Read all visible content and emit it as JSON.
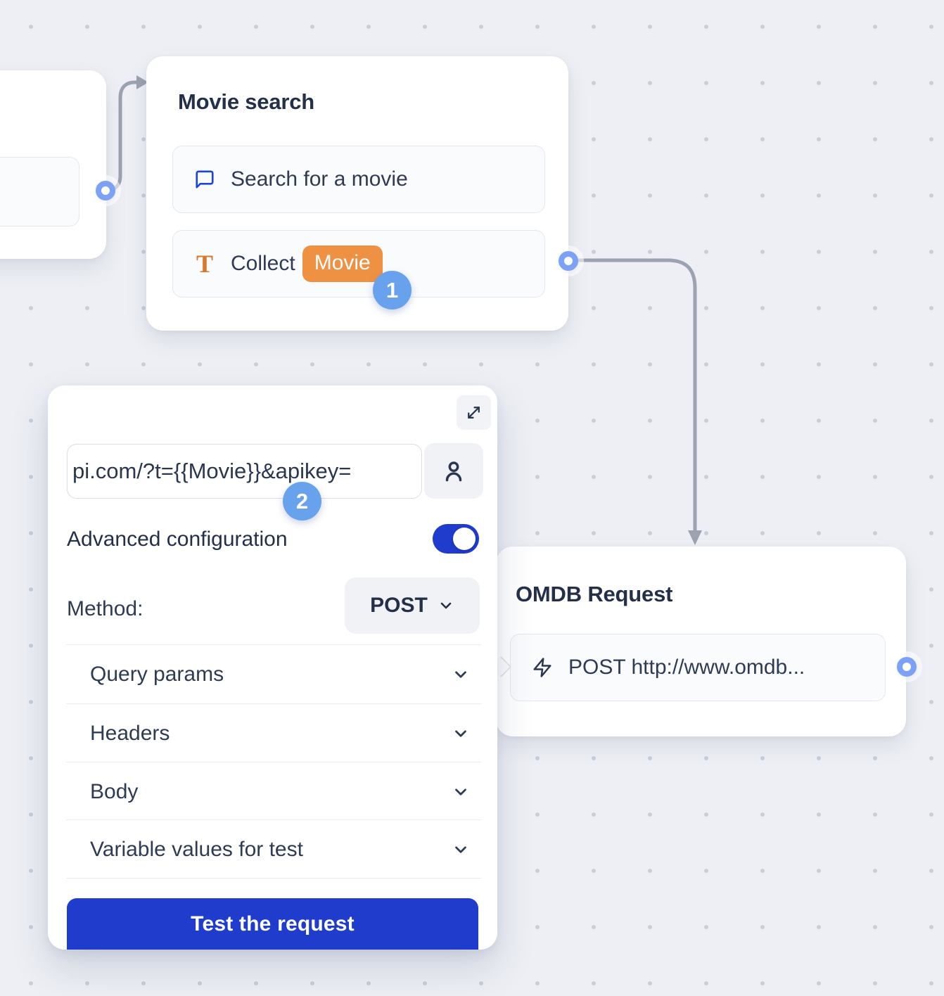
{
  "canvas": {
    "background_color": "#edeff4",
    "dot_color": "#c7ceda"
  },
  "movie_search": {
    "title": "Movie search",
    "items": [
      {
        "icon": "chat-bubble-icon",
        "label": "Search for a movie"
      },
      {
        "icon": "text-icon",
        "icon_glyph": "T",
        "label": "Collect",
        "variable_chip": "Movie"
      }
    ]
  },
  "omdb_request": {
    "title": "OMDB Request",
    "items": [
      {
        "icon": "lightning-icon",
        "label": "POST http://www.omdb..."
      }
    ]
  },
  "config_panel": {
    "expand_icon": "expand-diagonal-icon",
    "url_input": {
      "value": "pi.com/?t={{Movie}}&apikey="
    },
    "user_icon": "user-icon",
    "advanced_configuration": {
      "label": "Advanced configuration",
      "enabled": true
    },
    "method": {
      "label": "Method:",
      "value": "POST"
    },
    "sections": [
      {
        "label": "Query params"
      },
      {
        "label": "Headers"
      },
      {
        "label": "Body"
      },
      {
        "label": "Variable values for test"
      }
    ],
    "test_button_label": "Test the request"
  },
  "step_badges": {
    "one": "1",
    "two": "2"
  },
  "colors": {
    "accent_blue": "#1f3ccd",
    "badge_blue": "#68a1ec",
    "port_blue": "#7da1f4",
    "chip_orange": "#ef9143",
    "icon_orange": "#d9782a",
    "icon_blue": "#1a44e4",
    "title_text": "#243049",
    "body_text": "#2e3b52",
    "connector_gray": "#9ba2b0"
  }
}
